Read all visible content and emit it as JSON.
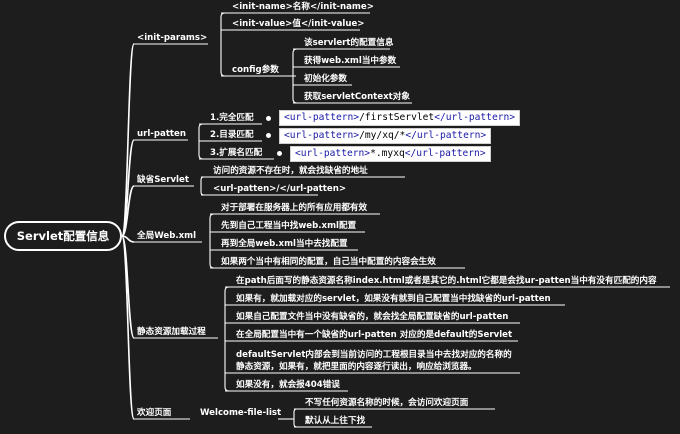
{
  "root": "Servlet配置信息",
  "b_init_params": "<init-params>",
  "b_init_name": "<init-name>名称</init-name>",
  "b_init_value": "<init-value>值</init-value>",
  "b_config": "config参数",
  "b_config_1": "该servlert的配置信息",
  "b_config_2": "获得web.xml当中参数",
  "b_config_3": "初始化参数",
  "b_config_4": "获取servletContext对象",
  "b_url_patten": "url-patten",
  "m1_label": "1.完全匹配",
  "m1_open": "<url-pattern>",
  "m1_value": "/firstServlet",
  "m1_close": "</url-pattern>",
  "m2_label": "2.目录匹配",
  "m2_open": "<url-pattern>",
  "m2_value": "/my/xq/*",
  "m2_close": "</url-pattern>",
  "m3_label": "3.扩展名匹配",
  "m3_open": "<url-pattern>",
  "m3_value": "*.myxq",
  "m3_close": "</url-pattern>",
  "b_default": "缺省Servlet",
  "b_default_1": "访问的资源不存在时，就会找缺省的地址",
  "b_default_2": "<url-patten>/</url-patten>",
  "b_global": "全局Web.xml",
  "b_global_1": "对于部署在服务器上的所有应用都有效",
  "b_global_2": "先到自己工程当中找web.xml配置",
  "b_global_3": "再到全局web.xml当中去找配置",
  "b_global_4": "如果两个当中有相同的配置，自己当中配置的内容会生效",
  "b_static": "静态资源加载过程",
  "b_static_1": "在path后面写的静态资源名称index.html或者是其它的.html它都是会找ur-patten当中有没有匹配的内容",
  "b_static_2": "如果有，就加载对应的servlet，如果没有就到自己配置当中找缺省的url-patten",
  "b_static_3": "如果自己配置文件当中没有缺省的，就会找全局配置缺省的url-patten",
  "b_static_4": "在全局配置当中有一个缺省的url-patten 对应的是default的Servlet",
  "b_static_5a": "defaultServlet内部会到当前访问的工程根目录当中去找对应的名称的",
  "b_static_5b": "静态资源，如果有，就把里面的内容逐行读出，响应给浏览器。",
  "b_static_6": "如果没有，就会报404错误",
  "b_welcome": "欢迎页面",
  "b_welcome_list": "Welcome-file-list",
  "b_welcome_1": "不写任何资源名称的时候，会访问欢迎页面",
  "b_welcome_2": "默认从上往下找",
  "colors": {
    "background": "#1d1d1d",
    "line": "#ffffff",
    "code_bg": "#ffffff"
  }
}
